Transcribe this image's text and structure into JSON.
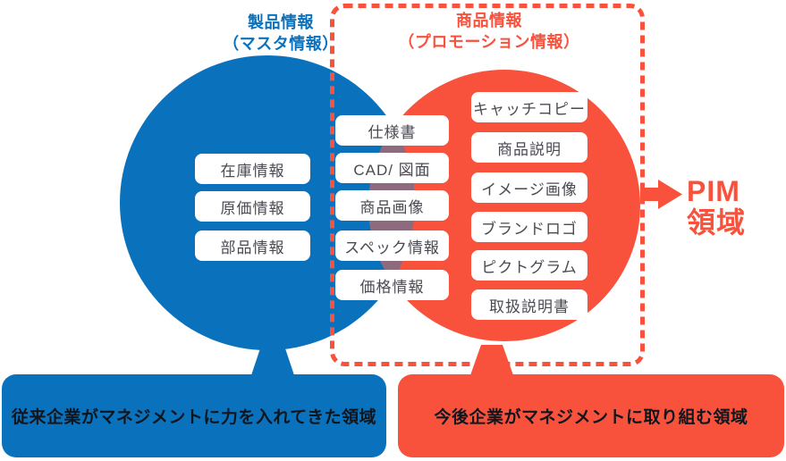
{
  "venn": {
    "left": {
      "title": "製品情報\n（マスタ情報）",
      "items": [
        "在庫情報",
        "原価情報",
        "部品情報"
      ],
      "color": "#0a72bd"
    },
    "overlap": {
      "items": [
        "仕様書",
        "CAD/ 図面",
        "商品画像",
        "スペック情報",
        "価格情報"
      ],
      "color": "#8d6a7e"
    },
    "right": {
      "title": "商品情報\n（プロモーション情報）",
      "items": [
        "キャッチコピー",
        "商品説明",
        "イメージ画像",
        "ブランドロゴ",
        "ピクトグラム",
        "取扱説明書"
      ],
      "color": "#f8523d"
    }
  },
  "pim": {
    "label": "PIM\n領域",
    "color": "#f8523d"
  },
  "footer": {
    "left_label": "従来企業がマネジメントに力を入れてきた領域",
    "right_label": "今後企業がマネジメントに取り組む領域",
    "text_color": "#10161d"
  },
  "icons": {
    "arrow_right": "arrow pointing right toward PIM area"
  }
}
